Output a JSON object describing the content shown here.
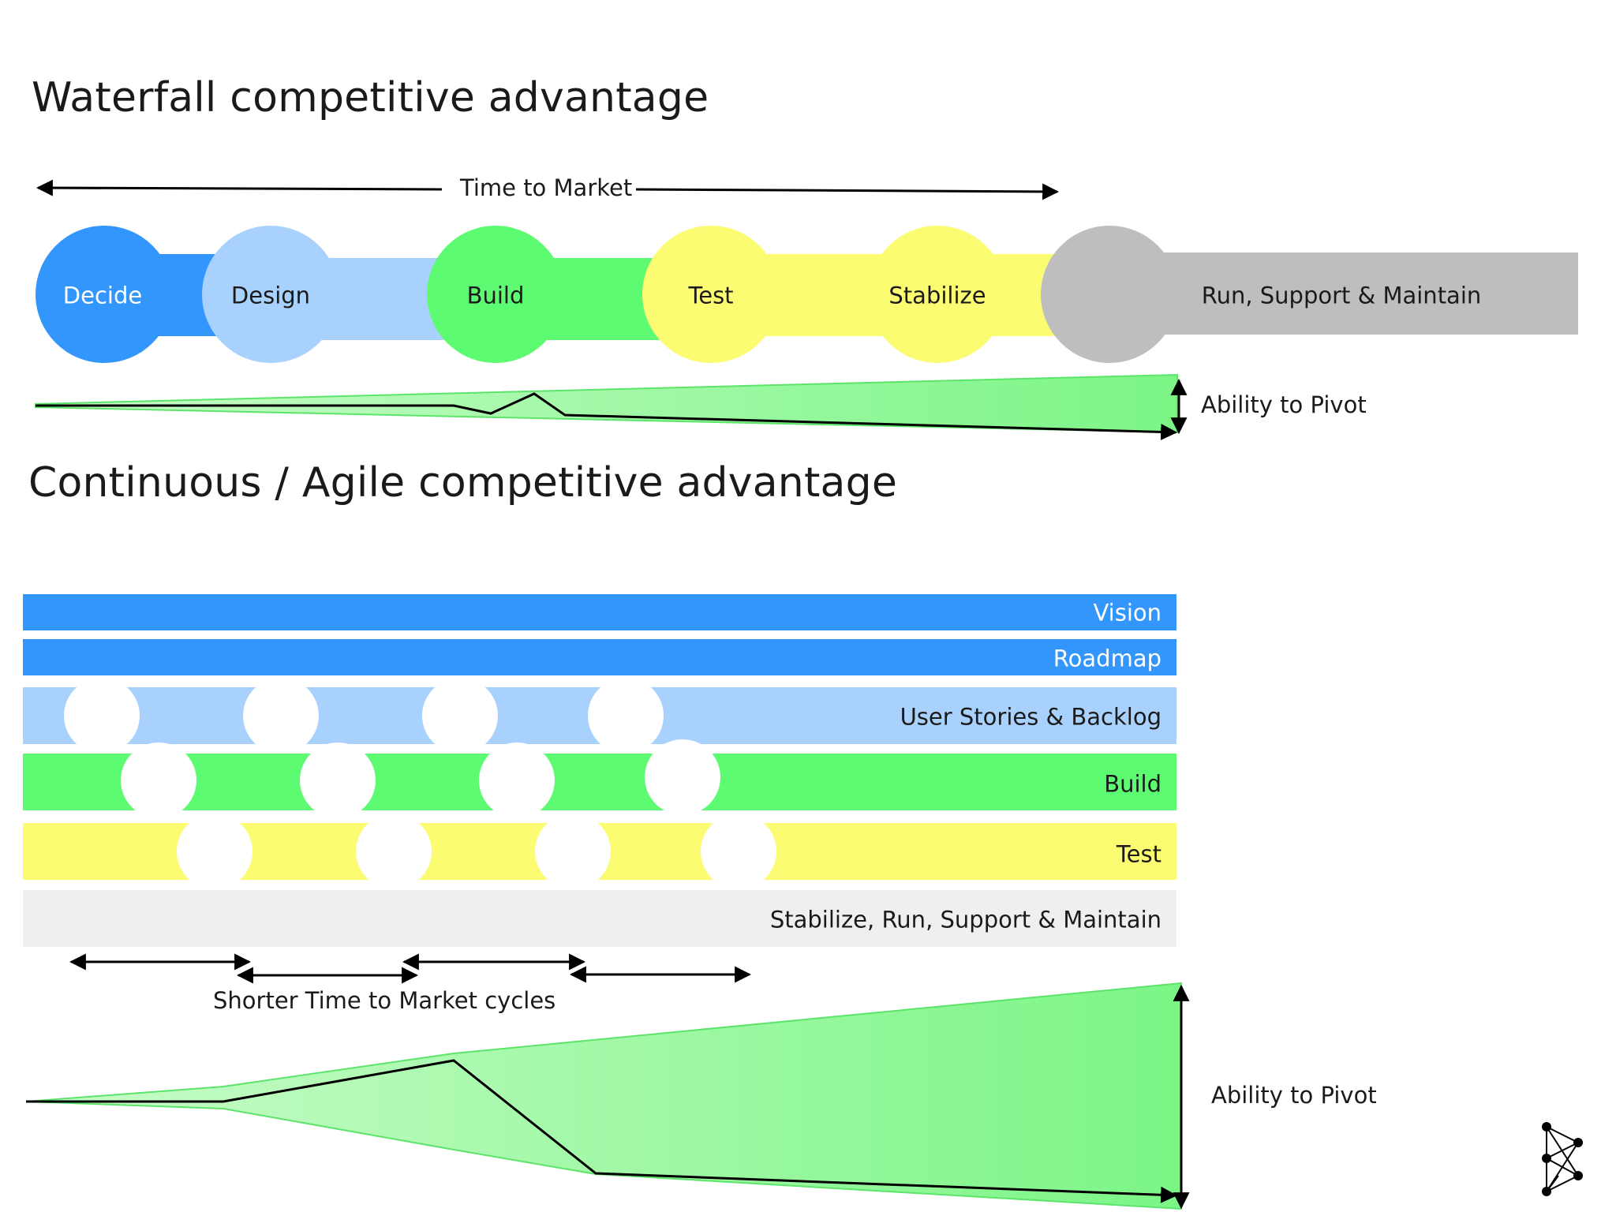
{
  "waterfall": {
    "title": "Waterfall competitive advantage",
    "time_to_market_label": "Time to Market",
    "stages": [
      {
        "label": "Decide",
        "color": "#3396FC",
        "text_color": "#ffffff"
      },
      {
        "label": "Design",
        "color": "#A9D1FD",
        "text_color": "#1a1a1a"
      },
      {
        "label": "Build",
        "color": "#5DFB71",
        "text_color": "#1a1a1a"
      },
      {
        "label": "Test",
        "color": "#FCFC73",
        "text_color": "#1a1a1a"
      },
      {
        "label": "Stabilize",
        "color": "#FCFC73",
        "text_color": "#1a1a1a"
      },
      {
        "label": "Run, Support & Maintain",
        "color": "#BFBEBF",
        "text_color": "#1a1a1a"
      }
    ],
    "pivot_label": "Ability to Pivot"
  },
  "agile": {
    "title": "Continuous / Agile competitive advantage",
    "bars": [
      {
        "label": "Vision",
        "color": "#3396FC",
        "text_color": "#ffffff"
      },
      {
        "label": "Roadmap",
        "color": "#3396FC",
        "text_color": "#ffffff"
      },
      {
        "label": "User Stories & Backlog",
        "color": "#A9D1FD",
        "text_color": "#1a1a1a"
      },
      {
        "label": "Build",
        "color": "#5DFB71",
        "text_color": "#1a1a1a"
      },
      {
        "label": "Test",
        "color": "#FCFC73",
        "text_color": "#1a1a1a"
      },
      {
        "label": "Stabilize, Run, Support & Maintain",
        "color": "#EFEFEF",
        "text_color": "#1a1a1a"
      }
    ],
    "cycles_label": "Shorter Time to Market cycles",
    "pivot_label": "Ability to Pivot"
  },
  "colors": {
    "pivot_fill_light": "#C9FCC9",
    "pivot_fill_dark": "#7CF586",
    "pivot_edge": "#5DE46A",
    "arrow": "#000000"
  },
  "logo_icon": "network-graph-logo-icon"
}
